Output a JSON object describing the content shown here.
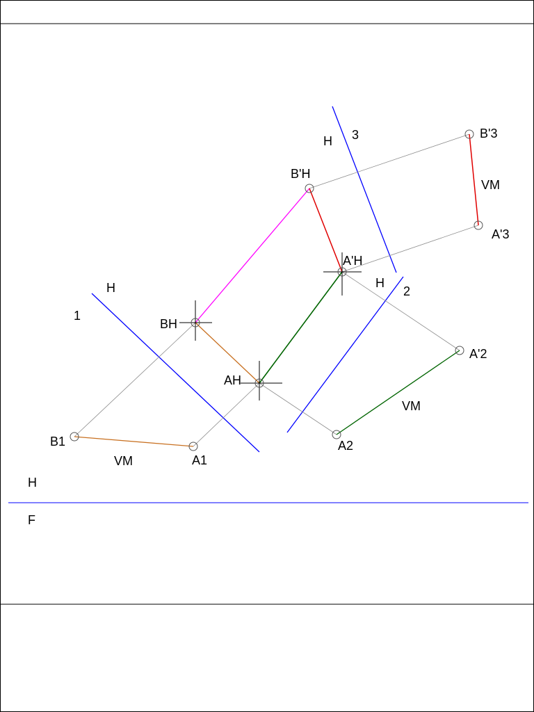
{
  "colors": {
    "frame": "#000000",
    "blue": "#0000ff",
    "gray": "#8c8c8c",
    "magenta": "#ff00ff",
    "red": "#e00000",
    "brown": "#c87020",
    "green": "#006400"
  },
  "labels": {
    "b1": "B1",
    "a1": "A1",
    "vm1": "VM",
    "h_fold1": "H",
    "n1": "1",
    "bh": "BH",
    "ah": "AH",
    "a2": "A2",
    "a2p": "A'2",
    "vm2": "VM",
    "h_fold2": "H",
    "n2": "2",
    "aph": "A'H",
    "bph": "B'H",
    "h_fold3": "H",
    "n3": "3",
    "b3p": "B'3",
    "a3p": "A'3",
    "vm3": "VM",
    "h_hf": "H",
    "f_hf": "F"
  }
}
